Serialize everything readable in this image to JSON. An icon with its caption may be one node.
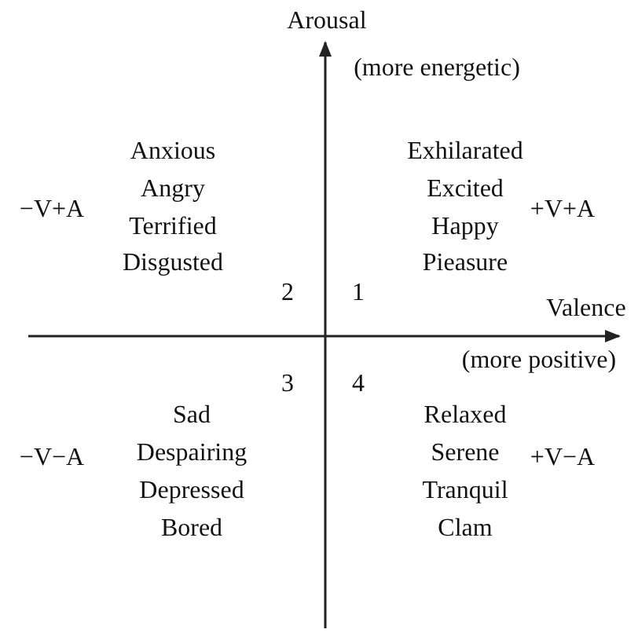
{
  "diagram": {
    "labels": [
      "Arousal",
      "(more energetic)",
      "−V+A",
      "Anxious",
      "Angry",
      "Terrified",
      "Disgusted",
      "Exhilarated",
      "Excited",
      "Happy",
      "Pieasure",
      "+V+A",
      "2",
      "1",
      "Valence",
      "(more positive)",
      "3",
      "4",
      "−V−A",
      "Sad",
      "Despairing",
      "Depressed",
      "Bored",
      "Relaxed",
      "Serene",
      "Tranquil",
      "Clam",
      "+V−A"
    ]
  }
}
